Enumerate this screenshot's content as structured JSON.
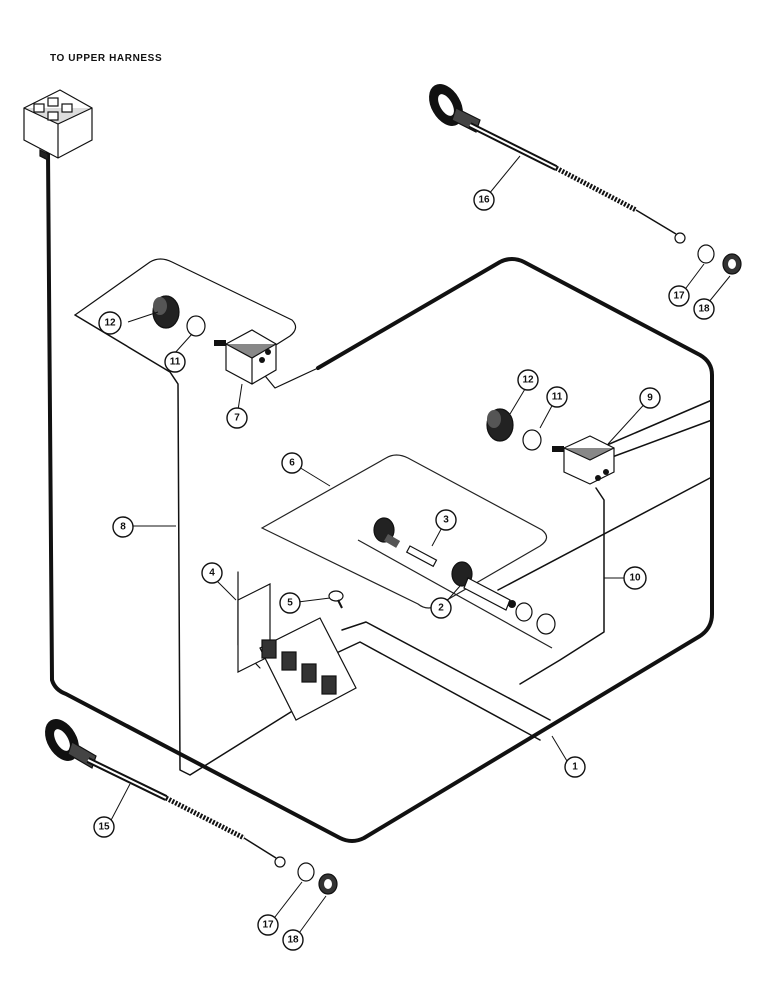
{
  "header": {
    "title": "TO UPPER HARNESS"
  },
  "callouts": [
    {
      "id": "c1",
      "label": "1"
    },
    {
      "id": "c2",
      "label": "2"
    },
    {
      "id": "c3",
      "label": "3"
    },
    {
      "id": "c4",
      "label": "4"
    },
    {
      "id": "c5",
      "label": "5"
    },
    {
      "id": "c6",
      "label": "6"
    },
    {
      "id": "c7",
      "label": "7"
    },
    {
      "id": "c8",
      "label": "8"
    },
    {
      "id": "c9",
      "label": "9"
    },
    {
      "id": "c10",
      "label": "10"
    },
    {
      "id": "c11a",
      "label": "11"
    },
    {
      "id": "c11b",
      "label": "11"
    },
    {
      "id": "c12a",
      "label": "12"
    },
    {
      "id": "c12b",
      "label": "12"
    },
    {
      "id": "c15",
      "label": "15"
    },
    {
      "id": "c16",
      "label": "16"
    },
    {
      "id": "c17a",
      "label": "17"
    },
    {
      "id": "c17b",
      "label": "17"
    },
    {
      "id": "c18a",
      "label": "18"
    },
    {
      "id": "c18b",
      "label": "18"
    }
  ]
}
